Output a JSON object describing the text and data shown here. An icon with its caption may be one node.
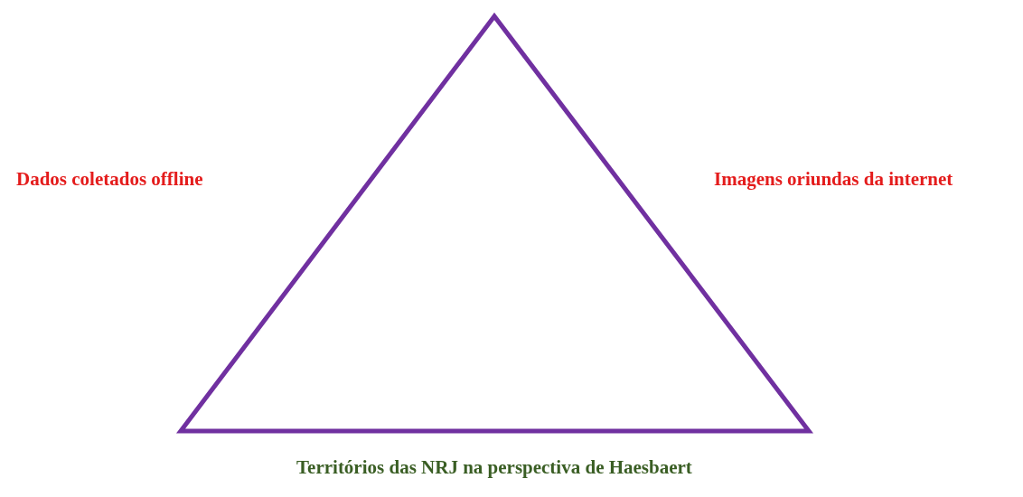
{
  "diagram": {
    "labels": [
      "Dados coletados offline",
      "Imagens oriundas da internet",
      "Territórios das NRJ na perspectiva de Haesbaert"
    ]
  }
}
